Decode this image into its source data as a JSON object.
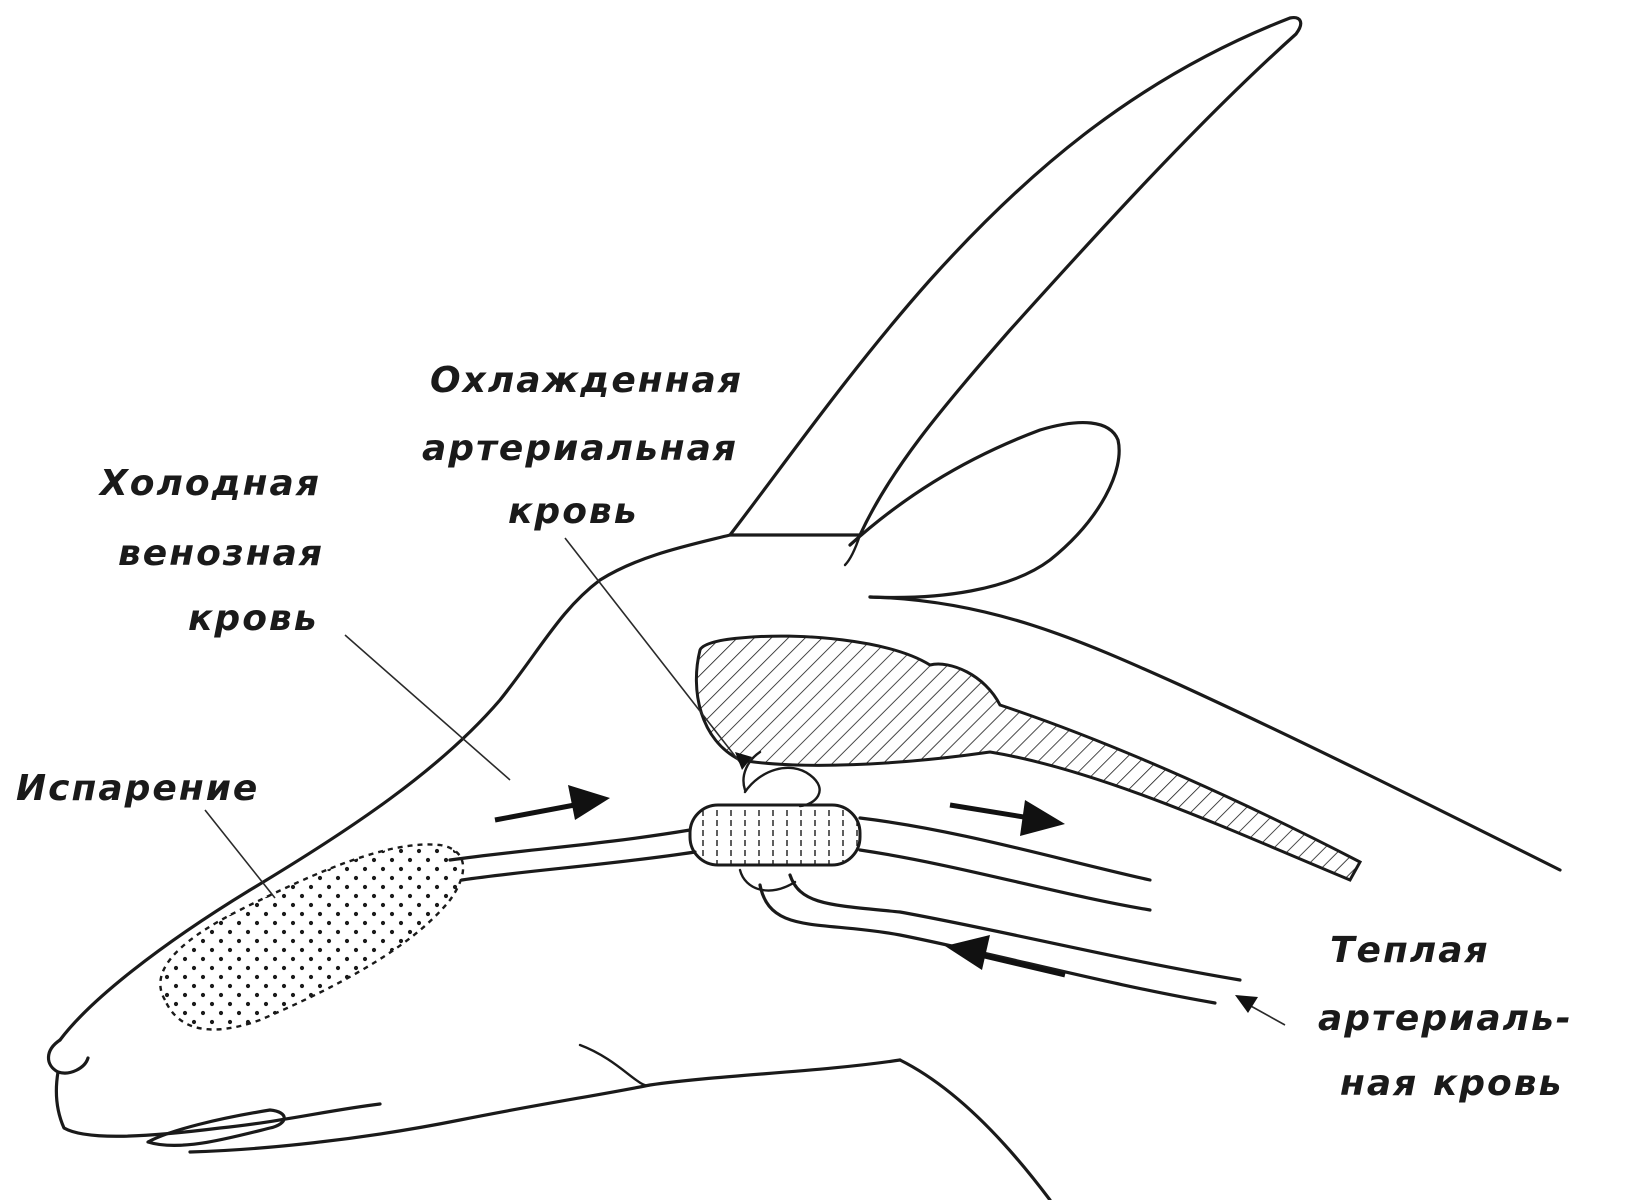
{
  "labels": {
    "cooled_arterial": [
      "Охлажденная",
      "артериальная",
      "кровь"
    ],
    "cold_venous": [
      "Холодная",
      "венозная",
      "кровь"
    ],
    "evaporation": [
      "Испарение"
    ],
    "warm_arterial": [
      "Теплая",
      "артериаль-",
      "ная кровь"
    ]
  },
  "colors": {
    "ink": "#1a1a1a",
    "paper": "#ffffff"
  }
}
